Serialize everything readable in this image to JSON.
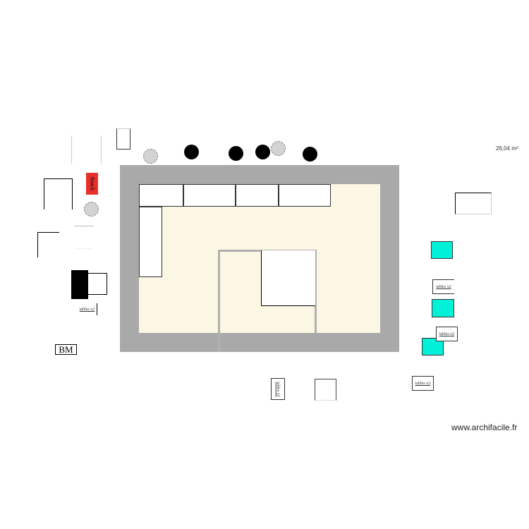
{
  "area_label": "26,04 m²",
  "watermark": "www.archifacile.fr",
  "labels": {
    "snack": "Snack",
    "bm": "BM",
    "small": "tables x2"
  },
  "colors": {
    "wall": "#a9a9a9",
    "floor": "#fcf6e4",
    "snack": "#e8302a",
    "cyan": "#00f0d8"
  }
}
